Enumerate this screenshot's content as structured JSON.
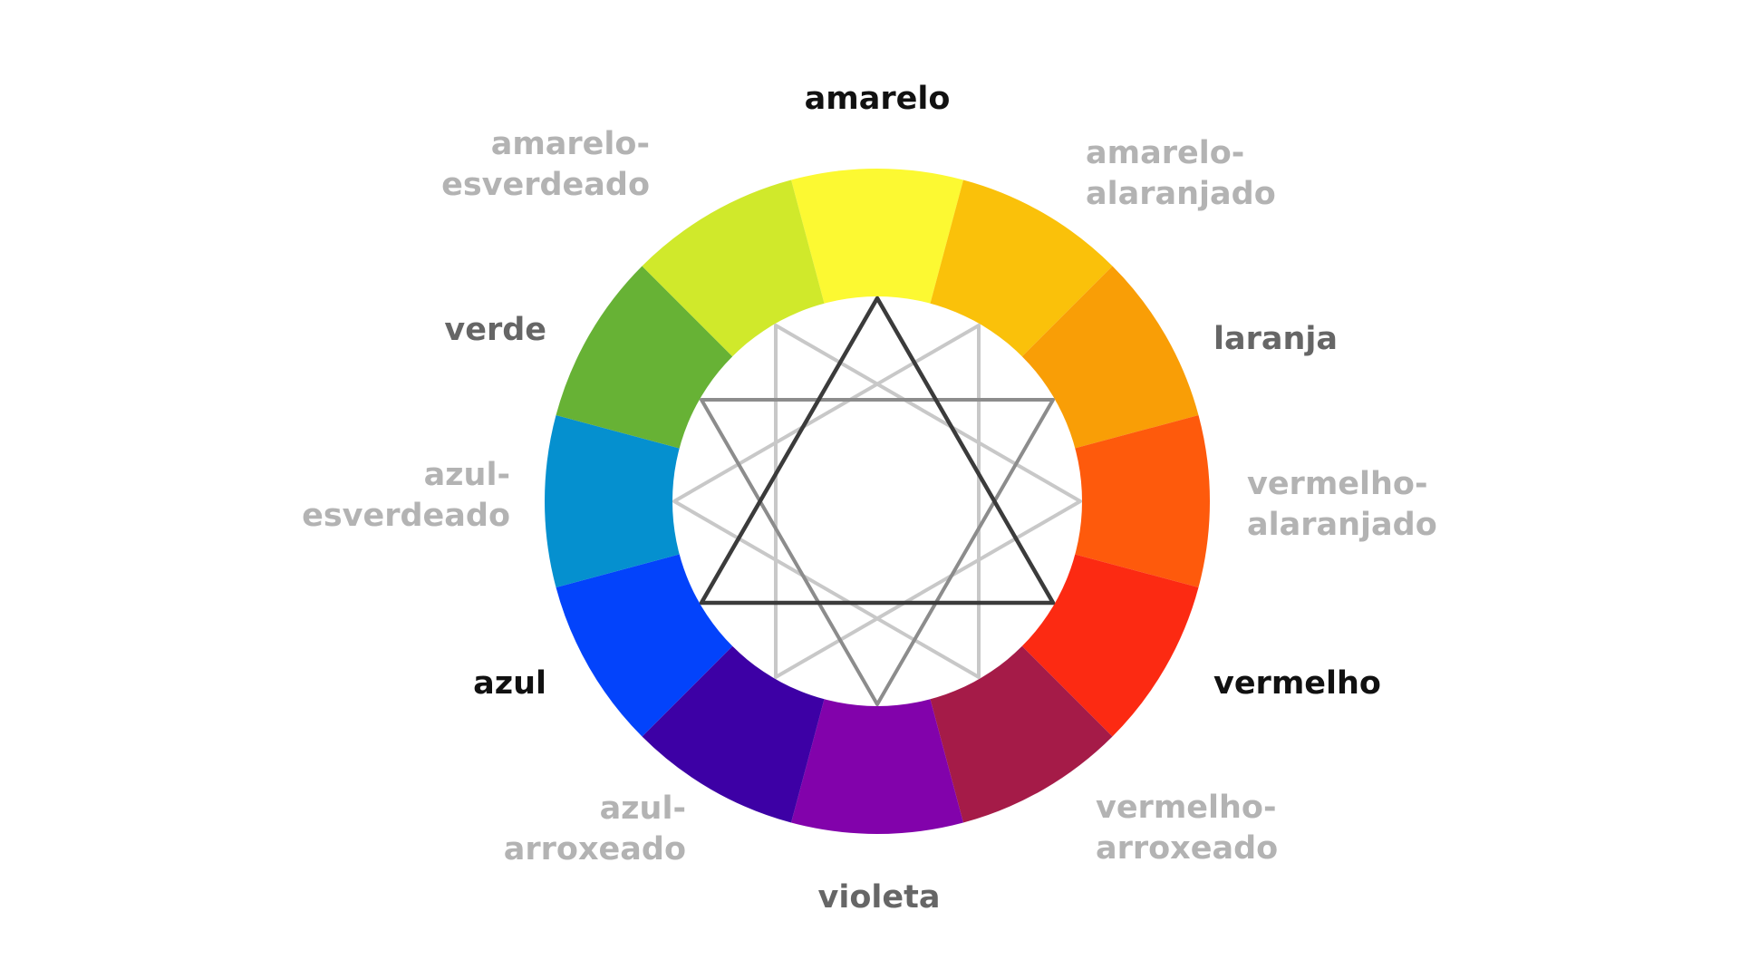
{
  "wheel": {
    "segments": [
      {
        "name": "amarelo",
        "color": "#fcf932"
      },
      {
        "name": "amarelo-alaranjado",
        "color": "#fac10a"
      },
      {
        "name": "laranja",
        "color": "#f99e06"
      },
      {
        "name": "vermelho-alaranjado",
        "color": "#fe5a0c"
      },
      {
        "name": "vermelho",
        "color": "#fc2a12"
      },
      {
        "name": "vermelho-arroxeado",
        "color": "#a51b48"
      },
      {
        "name": "violeta",
        "color": "#8202ab"
      },
      {
        "name": "azul-arroxeado",
        "color": "#3d00a5"
      },
      {
        "name": "azul",
        "color": "#0343fb"
      },
      {
        "name": "azul-esverdeado",
        "color": "#0590cf"
      },
      {
        "name": "verde",
        "color": "#67b235"
      },
      {
        "name": "amarelo-esverdeado",
        "color": "#d0e92b"
      }
    ],
    "triangle_colors": {
      "primary": "#3b3b3b",
      "secondary": "#8c8c8c",
      "tertiary": "#c8c8c8"
    }
  },
  "labels": {
    "amarelo": "amarelo",
    "amarelo_alaranjado_1": "amarelo-",
    "amarelo_alaranjado_2": "alaranjado",
    "laranja": "laranja",
    "vermelho_alaranjado_1": "vermelho-",
    "vermelho_alaranjado_2": "alaranjado",
    "vermelho": "vermelho",
    "vermelho_arroxeado_1": "vermelho-",
    "vermelho_arroxeado_2": "arroxeado",
    "violeta": "violeta",
    "azul_arroxeado_1": "azul-",
    "azul_arroxeado_2": "arroxeado",
    "azul": "azul",
    "azul_esverdeado_1": "azul-",
    "azul_esverdeado_2": "esverdeado",
    "verde": "verde",
    "amarelo_esverdeado_1": "amarelo-",
    "amarelo_esverdeado_2": "esverdeado"
  }
}
